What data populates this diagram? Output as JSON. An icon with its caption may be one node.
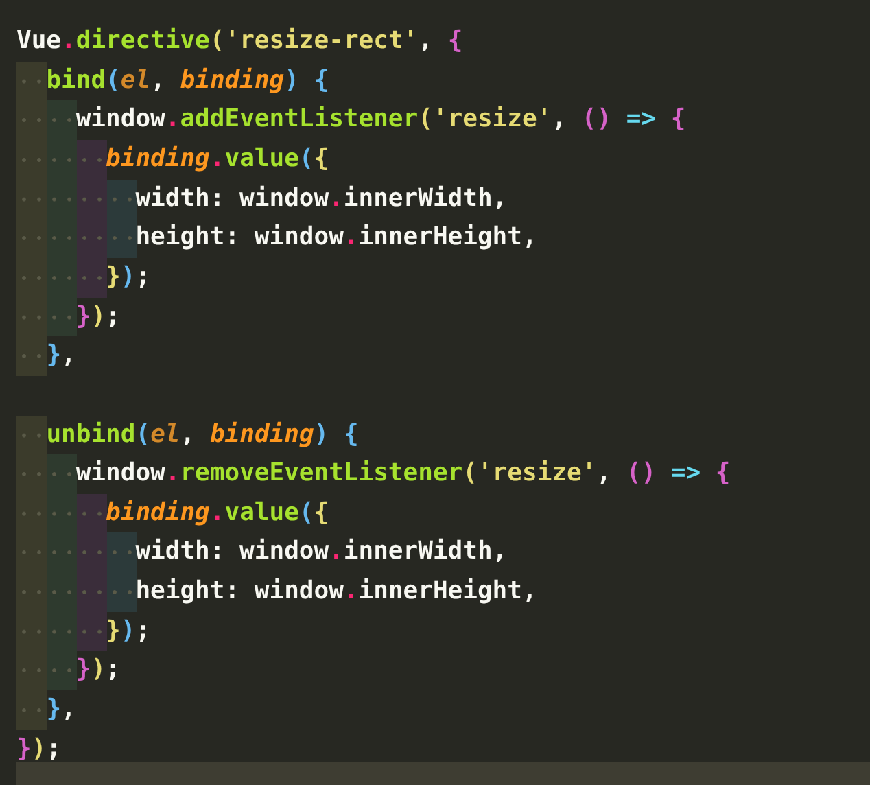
{
  "diagram": {
    "labels": [
      "Vue.directive('resize-rect', {",
      "  bind(el, binding) {",
      "    window.addEventListener('resize', () => {",
      "      binding.value({",
      "        width: window.innerWidth,",
      "        height: window.innerHeight,",
      "      });",
      "    });",
      "  },",
      "  unbind(el, binding) {",
      "    window.removeEventListener('resize', () => {",
      "      binding.value({",
      "        width: window.innerWidth,",
      "        height: window.innerHeight,",
      "      });",
      "    });",
      "  },",
      "});"
    ]
  }
}
